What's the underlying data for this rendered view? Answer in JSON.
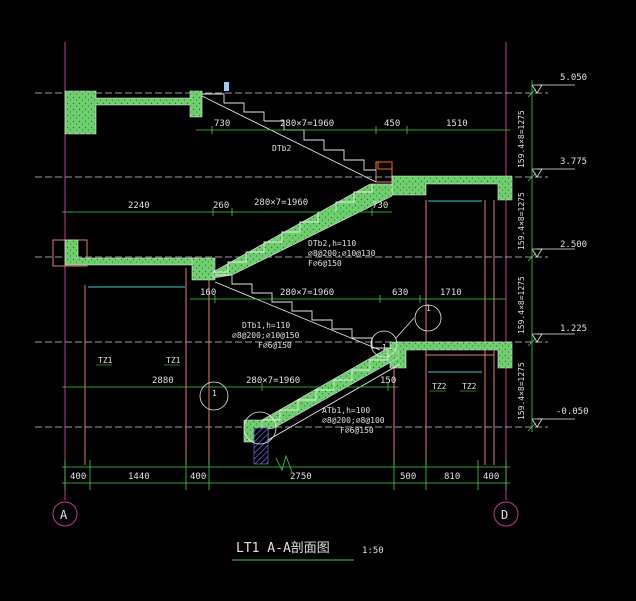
{
  "drawing": {
    "title": "LT1  A-A剖面图",
    "scale": "1:50",
    "axis_left": "A",
    "axis_right": "D"
  },
  "elevations": [
    "5.050",
    "3.775",
    "2.500",
    "1.225",
    "-0.050"
  ],
  "flight_heights": [
    "159.4×8=1275",
    "159.4×8=1275",
    "159.4×8=1275",
    "159.4×8=1275"
  ],
  "top_dims": {
    "f4_left": "730",
    "f4_tread": "280×7=1960",
    "f4_mid": "450",
    "f4_right": "1510",
    "f3_left": "2240",
    "f3_a": "260",
    "f3_tread": "280×7=1960",
    "f3_right": "730",
    "f2_a": "160",
    "f2_tread": "280×7=1960",
    "f2_b": "630",
    "f2_c": "1710",
    "f1_left": "2880",
    "f1_tread": "280×7=1960",
    "f1_b": "150"
  },
  "bottom_dims": [
    "400",
    "1440",
    "400",
    "2750",
    "500",
    "810",
    "400"
  ],
  "stair_labels": {
    "dtb2_top": "DTb2",
    "dtb2_name": "DTb2,h=110",
    "dtb2_r1": "⌀8@200;⌀10@130",
    "dtb2_r2": "F⌀6@150",
    "dtb1_name": "DTb1,h=110",
    "dtb1_r1": "⌀8@200;⌀10@150",
    "dtb1_r2": "F⌀6@150",
    "atb1_name": "ATb1,h=100",
    "atb1_r1": "⌀8@200;⌀8@100",
    "atb1_r2": "F⌀6@150"
  },
  "columns": [
    "TZ1",
    "TZ1",
    "TZ2",
    "TZ2"
  ],
  "detail_marks": [
    "1",
    "1",
    "1"
  ]
}
